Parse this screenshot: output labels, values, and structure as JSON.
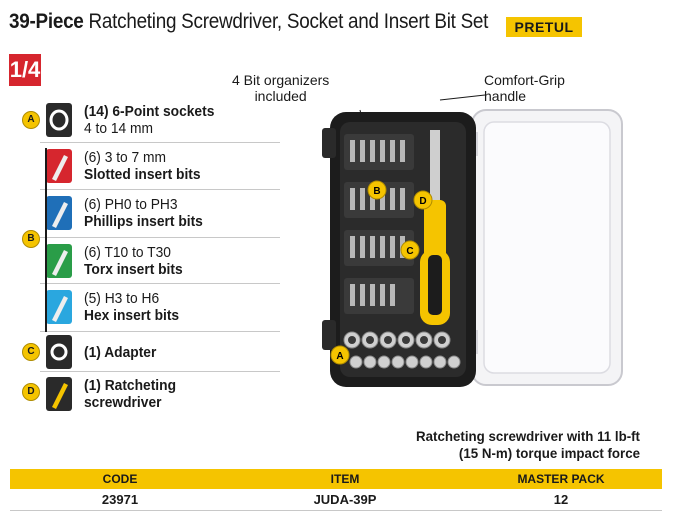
{
  "header": {
    "title_bold": "39-Piece",
    "title_rest": " Ratcheting Screwdriver, Socket and Insert Bit Set",
    "brand": "PRETUL",
    "fraction": "1/4"
  },
  "items": [
    {
      "badge": "A",
      "line1": "(14) 6-Point sockets",
      "line2": "4 to 14 mm",
      "icon": "socket-icon",
      "color": "#2a2a2a"
    },
    {
      "badge": "",
      "line1": "(6) 3 to 7 mm",
      "line2": "Slotted insert bits",
      "icon": "slotted-bit-icon",
      "color": "#d6262e"
    },
    {
      "badge": "B",
      "line1": "(6) PH0 to PH3",
      "line2": "Phillips insert bits",
      "icon": "phillips-bit-icon",
      "color": "#1f6fb8"
    },
    {
      "badge": "",
      "line1": "(6) T10 to T30",
      "line2": "Torx insert bits",
      "icon": "torx-bit-icon",
      "color": "#2a9d48"
    },
    {
      "badge": "",
      "line1": "(5) H3 to H6",
      "line2": "Hex insert bits",
      "icon": "hex-bit-icon",
      "color": "#2aa7df"
    },
    {
      "badge": "C",
      "line1": "(1) Adapter",
      "line2": "",
      "icon": "adapter-icon",
      "color": "#2a2a2a"
    },
    {
      "badge": "D",
      "line1": "(1) Ratcheting",
      "line2": "screwdriver",
      "icon": "ratchet-screwdriver-icon",
      "color": "#2a2a2a"
    }
  ],
  "callouts": {
    "organizers_1": "4 Bit organizers",
    "organizers_2": "included",
    "grip_1": "Comfort-Grip",
    "grip_2": "handle"
  },
  "product_badges": {
    "a": "A",
    "b": "B",
    "c": "C",
    "d": "D"
  },
  "caption": {
    "line1": "Ratcheting screwdriver with 11 lb-ft",
    "line2": "(15 N-m) torque impact force"
  },
  "table": {
    "headers": [
      "CODE",
      "ITEM",
      "MASTER PACK"
    ],
    "row": [
      "23971",
      "JUDA-39P",
      "12"
    ]
  },
  "colors": {
    "accent": "#f5c400",
    "red": "#d6262e"
  }
}
